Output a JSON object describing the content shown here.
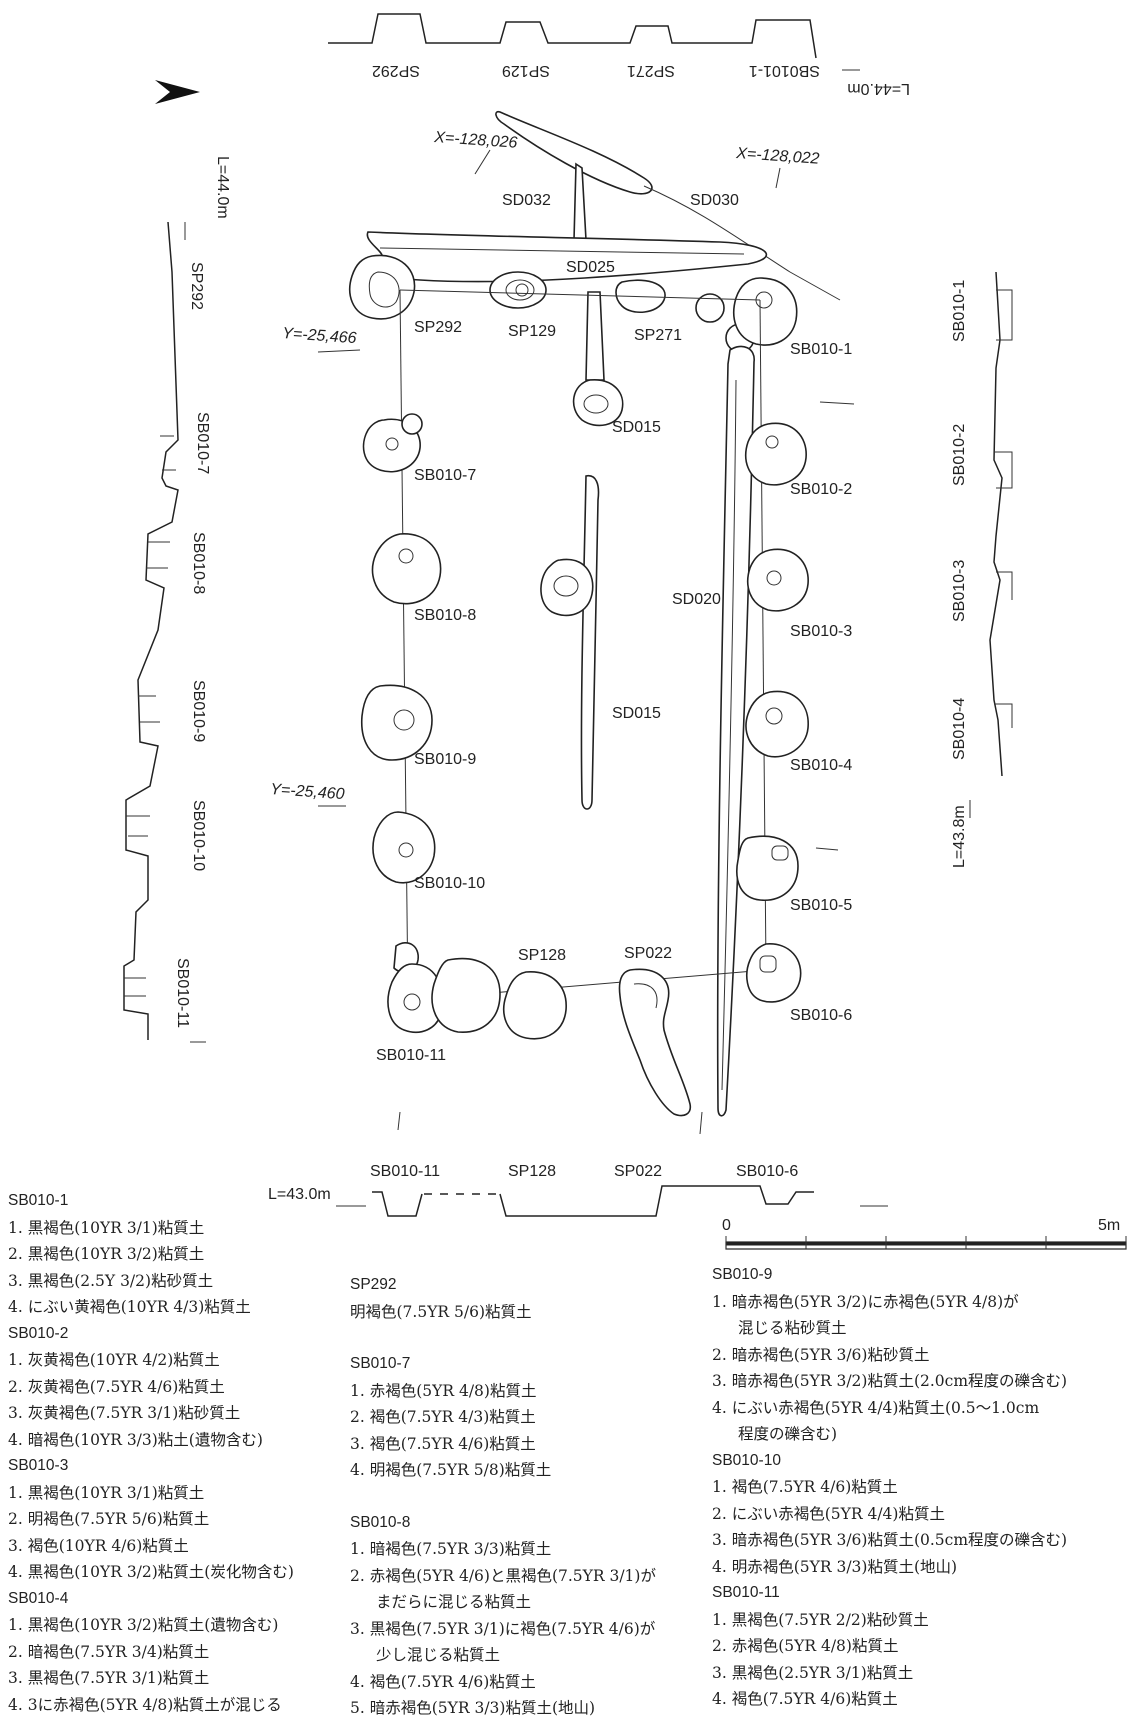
{
  "level_labels": {
    "top": "L=44.0m",
    "left": "L=44.0m",
    "right": "L=43.8m",
    "bottom": "L=43.0m"
  },
  "coordinates": {
    "x1": "X=-128,026",
    "x2": "X=-128,022",
    "y1": "Y=-25,466",
    "y2": "Y=-25,460"
  },
  "features": {
    "sd032": "SD032",
    "sd030": "SD030",
    "sd025": "SD025",
    "sp292": "SP292",
    "sp129": "SP129",
    "sp271": "SP271",
    "sb010_1": "SB010-1",
    "sd015_top": "SD015",
    "sb010_7": "SB010-7",
    "sb010_2": "SB010-2",
    "sd020": "SD020",
    "sb010_8": "SB010-8",
    "sb010_3": "SB010-3",
    "sd015": "SD015",
    "sb010_9": "SB010-9",
    "sb010_4": "SB010-4",
    "sb010_10": "SB010-10",
    "sb010_5": "SB010-5",
    "sp128": "SP128",
    "sp022": "SP022",
    "sb010_6": "SB010-6",
    "sb010_11": "SB010-11"
  },
  "top_section": [
    "SP292",
    "SP129",
    "SP271",
    "SB0101-1"
  ],
  "left_section": [
    "SP292",
    "SB010-7",
    "SB010-8",
    "SB010-9",
    "SB010-10",
    "SB010-11"
  ],
  "right_section": [
    "SB010-1",
    "SB010-2",
    "SB010-3",
    "SB010-4"
  ],
  "bottom_section": [
    "SB010-11",
    "SP128",
    "SP022",
    "SB010-6"
  ],
  "scale": {
    "zero": "0",
    "max": "5m"
  },
  "legend": {
    "col1": [
      {
        "title": "SB010-1",
        "items": [
          "1. 黒褐色(10YR 3/1)粘質土",
          "2. 黒褐色(10YR 3/2)粘質土",
          "3. 黒褐色(2.5Y 3/2)粘砂質土",
          "4. にぶい黄褐色(10YR 4/3)粘質土"
        ]
      },
      {
        "title": "SB010-2",
        "items": [
          "1. 灰黄褐色(10YR 4/2)粘質土",
          "2. 灰黄褐色(7.5YR 4/6)粘質土",
          "3. 灰黄褐色(7.5YR 3/1)粘砂質土",
          "4. 暗褐色(10YR 3/3)粘土(遺物含む)"
        ]
      },
      {
        "title": "SB010-3",
        "items": [
          "1. 黒褐色(10YR 3/1)粘質土",
          "2. 明褐色(7.5YR 5/6)粘質土",
          "3. 褐色(10YR 4/6)粘質土",
          "4. 黒褐色(10YR 3/2)粘質土(炭化物含む)"
        ]
      },
      {
        "title": "SB010-4",
        "items": [
          "1. 黒褐色(10YR 3/2)粘質土(遺物含む)",
          "2. 暗褐色(7.5YR 3/4)粘質土",
          "3. 黒褐色(7.5YR 3/1)粘質土",
          "4. 3に赤褐色(5YR 4/8)粘質土が混じる"
        ]
      }
    ],
    "col2": [
      {
        "title": "SP292",
        "items": [
          "明褐色(7.5YR 5/6)粘質土"
        ]
      },
      {
        "title": "SB010-7",
        "items": [
          "1. 赤褐色(5YR 4/8)粘質土",
          "2. 褐色(7.5YR 4/3)粘質土",
          "3. 褐色(7.5YR 4/6)粘質土",
          "4. 明褐色(7.5YR 5/8)粘質土"
        ]
      },
      {
        "title": "SB010-8",
        "items": [
          "1. 暗褐色(7.5YR 3/3)粘質土",
          "2. 赤褐色(5YR 4/6)と黒褐色(7.5YR 3/1)が",
          "まだらに混じる粘質土",
          "3. 黒褐色(7.5YR 3/1)に褐色(7.5YR 4/6)が",
          "少し混じる粘質土",
          "4. 褐色(7.5YR 4/6)粘質土",
          "5. 暗赤褐色(5YR 3/3)粘質土(地山)"
        ]
      }
    ],
    "col3": [
      {
        "title": "SB010-9",
        "items": [
          "1. 暗赤褐色(5YR 3/2)に赤褐色(5YR 4/8)が",
          "混じる粘砂質土",
          "2. 暗赤褐色(5YR 3/6)粘砂質土",
          "3. 暗赤褐色(5YR 3/2)粘質土(2.0cm程度の礫含む)",
          "4. にぶい赤褐色(5YR 4/4)粘質土(0.5～1.0cm",
          "程度の礫含む)"
        ]
      },
      {
        "title": "SB010-10",
        "items": [
          "1. 褐色(7.5YR 4/6)粘質土",
          "2. にぶい赤褐色(5YR 4/4)粘質土",
          "3. 暗赤褐色(5YR 3/6)粘質土(0.5cm程度の礫含む)",
          "4. 明赤褐色(5YR 3/3)粘質土(地山)"
        ]
      },
      {
        "title": "SB010-11",
        "items": [
          "1. 黒褐色(7.5YR 2/2)粘砂質土",
          "2. 赤褐色(5YR 4/8)粘質土",
          "3. 黒褐色(2.5YR 3/1)粘質土",
          "4. 褐色(7.5YR 4/6)粘質土"
        ]
      }
    ]
  }
}
